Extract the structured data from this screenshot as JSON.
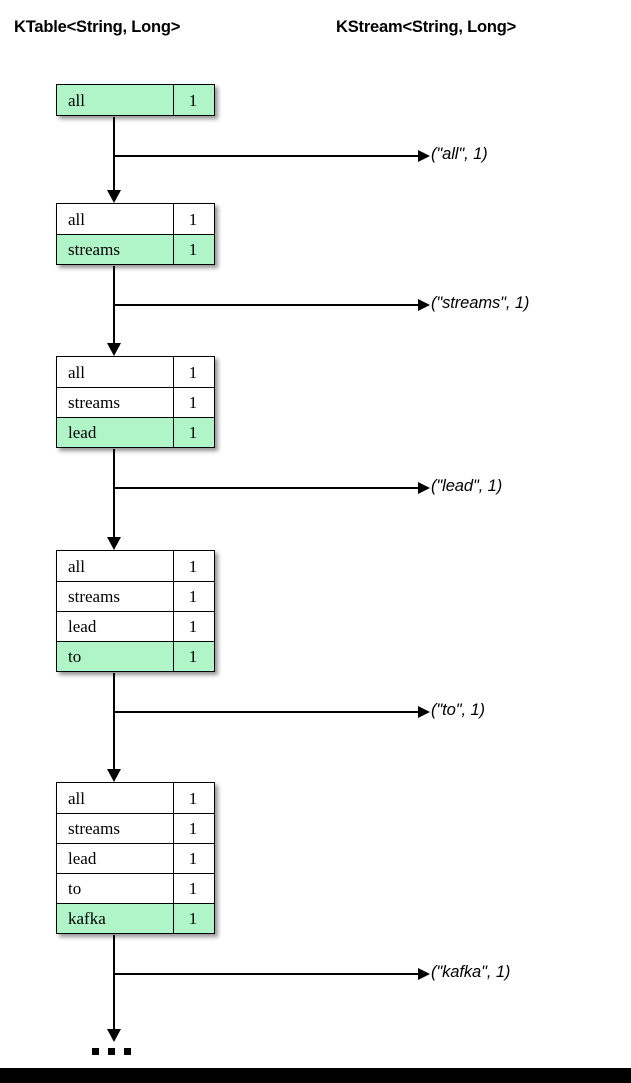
{
  "headers": {
    "ktable": "KTable<String, Long>",
    "kstream": "KStream<String, Long>"
  },
  "colors": {
    "highlight": "#b0f5c8",
    "border": "#000000",
    "background": "#ffffff",
    "bottom_bar": "#000000"
  },
  "icons": {
    "arrow_down": "arrow-down-icon",
    "arrow_right": "arrow-right-icon",
    "ellipsis": "ellipsis-icon"
  },
  "steps": [
    {
      "table": {
        "rows": [
          {
            "key": "all",
            "value": "1",
            "highlighted": true
          }
        ]
      },
      "emitted_record": "(\"all\", 1)"
    },
    {
      "table": {
        "rows": [
          {
            "key": "all",
            "value": "1",
            "highlighted": false
          },
          {
            "key": "streams",
            "value": "1",
            "highlighted": true
          }
        ]
      },
      "emitted_record": "(\"streams\", 1)"
    },
    {
      "table": {
        "rows": [
          {
            "key": "all",
            "value": "1",
            "highlighted": false
          },
          {
            "key": "streams",
            "value": "1",
            "highlighted": false
          },
          {
            "key": "lead",
            "value": "1",
            "highlighted": true
          }
        ]
      },
      "emitted_record": "(\"lead\", 1)"
    },
    {
      "table": {
        "rows": [
          {
            "key": "all",
            "value": "1",
            "highlighted": false
          },
          {
            "key": "streams",
            "value": "1",
            "highlighted": false
          },
          {
            "key": "lead",
            "value": "1",
            "highlighted": false
          },
          {
            "key": "to",
            "value": "1",
            "highlighted": true
          }
        ]
      },
      "emitted_record": "(\"to\", 1)"
    },
    {
      "table": {
        "rows": [
          {
            "key": "all",
            "value": "1",
            "highlighted": false
          },
          {
            "key": "streams",
            "value": "1",
            "highlighted": false
          },
          {
            "key": "lead",
            "value": "1",
            "highlighted": false
          },
          {
            "key": "to",
            "value": "1",
            "highlighted": false
          },
          {
            "key": "kafka",
            "value": "1",
            "highlighted": true
          }
        ]
      },
      "emitted_record": "(\"kafka\", 1)"
    }
  ],
  "continuation": "..."
}
